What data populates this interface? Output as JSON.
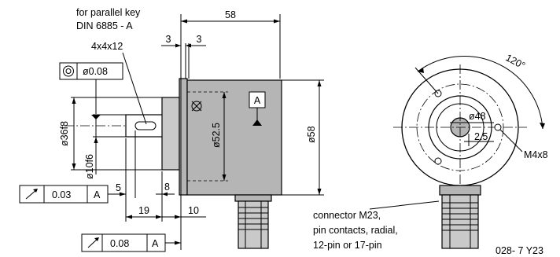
{
  "labels": {
    "parallel_key_line1": "for parallel key",
    "parallel_key_line2": "DIN 6885 - A",
    "parallel_key_line3": "4x4x12",
    "concentricity_value": "ø0.08",
    "dim_58_top": "58",
    "dim_3_left": "3",
    "dim_3_right": "3",
    "datum_a": "A",
    "dia_36f8": "ø36f8",
    "dia_10f6": "ø10f6",
    "dia_52_5": "ø52.5",
    "dia_58": "ø58",
    "runout_003_value": "0.03",
    "runout_003_datum": "A",
    "dim_5": "5",
    "dim_8": "8",
    "dim_19": "19",
    "dim_10": "10",
    "runout_008_value": "0.08",
    "runout_008_datum": "A",
    "angle_120": "120°",
    "dia_48": "ø48",
    "dim_2_5": "2.5",
    "m4x8": "M4x8",
    "connector_line1": "connector M23,",
    "connector_line2": "pin contacts, radial,",
    "connector_line3": "12-pin or 17-pin",
    "drawing_number": "028- 7 Y23"
  },
  "icons": {
    "concentricity": "concentricity-symbol",
    "runout": "runout-arrow-symbol"
  }
}
